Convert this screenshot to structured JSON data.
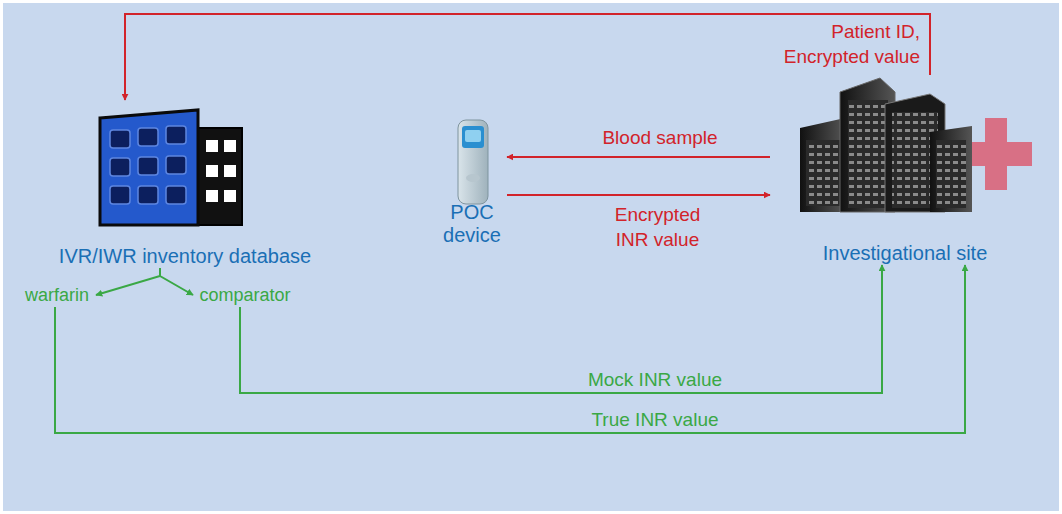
{
  "diagram": {
    "nodes": [
      {
        "text": [
          "IVR/IWR inventory database"
        ]
      },
      {
        "text": [
          "POC device"
        ]
      },
      {
        "text": [
          "Investigational site"
        ]
      },
      {
        "text": [
          "warfarin"
        ]
      },
      {
        "text": [
          "comparator"
        ]
      }
    ],
    "edges": [
      {
        "from": 2,
        "to": 0,
        "label": "Patient ID, Encrypted value",
        "arrow": "to"
      },
      {
        "from": 2,
        "to": 1,
        "label": "Blood sample",
        "arrow": "to"
      },
      {
        "from": 1,
        "to": 2,
        "label": "Encrypted INR value",
        "arrow": "to"
      },
      {
        "from": 0,
        "to": 3,
        "arrow": "to"
      },
      {
        "from": 0,
        "to": 4,
        "arrow": "to"
      },
      {
        "from": 4,
        "to": 2,
        "label": "Mock INR value",
        "arrow": "to"
      },
      {
        "from": 3,
        "to": 2,
        "label": "True INR value",
        "arrow": "to"
      }
    ]
  }
}
